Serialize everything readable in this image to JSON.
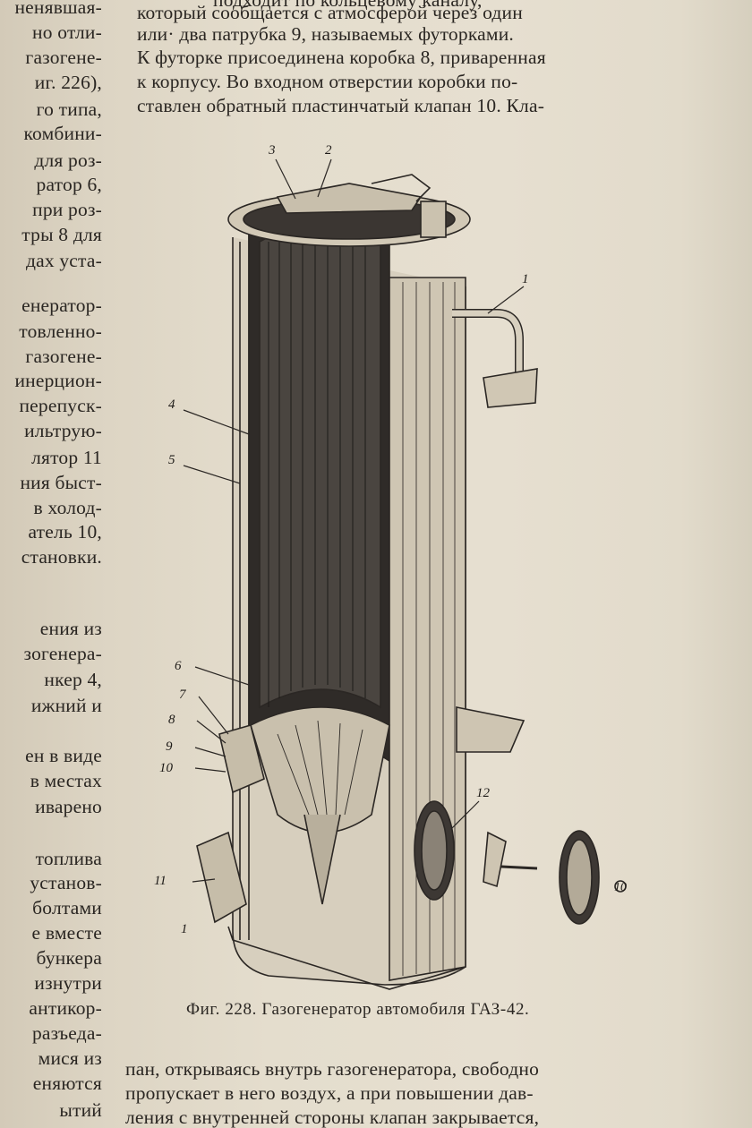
{
  "right_column_top": [
    "который сообщается с атмосферой через один",
    "или· два патрубка 9, называемых футорками.",
    "К футорке присоединена коробка 8, приваренная",
    "к корпусу. Во входном отверстии коробки по-",
    "ставлен обратный пластинчатый клапан 10. Кла-"
  ],
  "right_column_top_partial": "подходит по кольцевому каналу,",
  "left_column": [
    "ненявшая-",
    "но отли-",
    "газогене-",
    "иг. 226),",
    "го типа,",
    "комбини-",
    "для роз-",
    "ратор 6,",
    "при роз-",
    "тры 8 для",
    "дах уста-",
    "",
    "енератор-",
    "товленно-",
    "газогене-",
    "инерцион-",
    "перепуск-",
    "ильтрую-",
    "лятор 11",
    "ния быст-",
    "в холод-",
    "атель 10,",
    "становки.",
    "",
    "",
    "ения из",
    "зогенера-",
    "нкер 4,",
    "ижний и",
    "",
    "ен в виде",
    "в местах",
    "иварено",
    "",
    "топлива",
    "установ-",
    "болтами",
    "е вместе",
    "бункера",
    "изнутри",
    "антикор-",
    "разъеда-",
    "мися из",
    "еняются",
    "ытий"
  ],
  "figure": {
    "caption": "Фиг. 228. Газогенератор автомобиля ГАЗ-42.",
    "labels": [
      "1",
      "2",
      "3",
      "4",
      "5",
      "6",
      "7",
      "8",
      "9",
      "10",
      "11",
      "12",
      "1",
      "10"
    ]
  },
  "right_column_bottom": [
    "пан, открываясь внутрь газогенератора, свободно",
    "пропускает в него воздух, а при повышении дав-",
    "ления с внутренней стороны клапан закрывается,"
  ]
}
